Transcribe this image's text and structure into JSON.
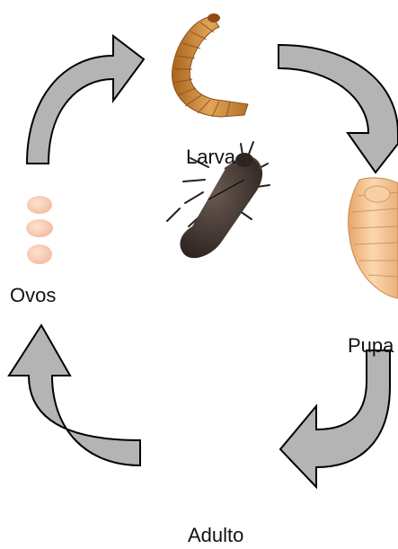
{
  "diagram": {
    "stages": {
      "larva": "Larva",
      "pupa": "Pupa",
      "adulto": "Adulto",
      "ovos": "Ovos"
    },
    "colors": {
      "arrow_fill": "#b4b4b4",
      "arrow_stroke": "#000000",
      "egg": "#f6c8b0",
      "larva": "#c98532",
      "pupa": "#f2c796",
      "beetle": "#3b302c"
    }
  }
}
